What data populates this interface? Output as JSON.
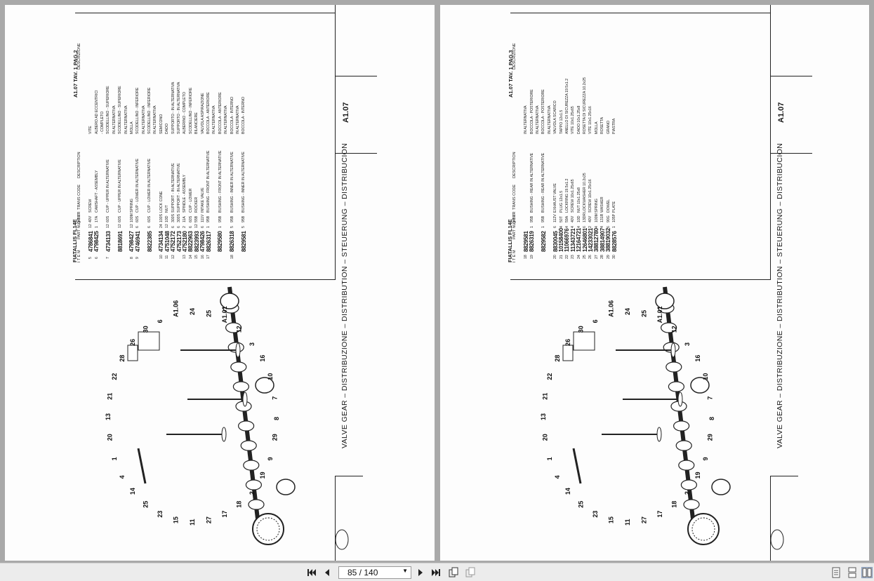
{
  "pages": [
    {
      "model": "FIATALLIS FL14E",
      "tav": "A1.07 TAV. 1 PAG.2",
      "title": "VALVE GEAR – DISTRIBUZIONE – DISTRIBUTION – STEUERUNG – DISTRIBUCION",
      "code": "A1.07",
      "headers": {
        "item": "I T E M",
        "part": "PART NUMBER",
        "qty": "Q T Y",
        "trans": "TRANS CODE",
        "description": "DESCRIPTION",
        "descrizione": "DESCRIZIONE"
      },
      "rows": [
        {
          "item": "5",
          "part": "4786841",
          "qty": "12",
          "trans": "40V",
          "desc": "SCREW",
          "desc_it": "VITE"
        },
        {
          "item": "6",
          "part": "4798425",
          "qty": "1",
          "trans": "17A",
          "desc": "CAMSHAFT - ASSEMBLY",
          "desc_it": "ALBERO AD ECCENTRICI"
        },
        {
          "item": "",
          "part": "",
          "qty": "",
          "trans": "",
          "desc": "",
          "desc_it": "- COMPLETO"
        },
        {
          "item": "7",
          "part": "4734133",
          "qty": "12",
          "trans": "60S",
          "desc": "CUP - UPPER IN ALTERNATIVE",
          "desc_it": "SCODELLINO - SUPERIORE"
        },
        {
          "item": "",
          "part": "",
          "qty": "",
          "trans": "",
          "desc": "",
          "desc_it": "IN ALTERNATIVA"
        },
        {
          "item": "",
          "part": "8818691",
          "qty": "12",
          "trans": "60S",
          "desc": "CUP - UPPER IN ALTERNATIVE",
          "desc_it": "SCODELLINO - SUPERIORE"
        },
        {
          "item": "",
          "part": "",
          "qty": "",
          "trans": "",
          "desc": "",
          "desc_it": "IN ALTERNATIVA"
        },
        {
          "item": "8",
          "part": "4798427",
          "qty": "12",
          "trans": "100M",
          "desc": "SPRING",
          "desc_it": "MOLLA"
        },
        {
          "item": "9",
          "part": "4746941",
          "qty": "6",
          "trans": "60S",
          "desc": "CUP - LOWER IN ALTERNATIVE",
          "desc_it": "SCODELLINO - INFERIORE"
        },
        {
          "item": "",
          "part": "",
          "qty": "",
          "trans": "",
          "desc": "",
          "desc_it": "IN ALTERNATIVA"
        },
        {
          "item": "",
          "part": "8822385",
          "qty": "6",
          "trans": "60S",
          "desc": "CUP - LOWER IN ALTERNATIVE",
          "desc_it": "SCODELLINO - INFERIORE"
        },
        {
          "item": "",
          "part": "",
          "qty": "",
          "trans": "",
          "desc": "",
          "desc_it": "IN ALTERNATIVA"
        },
        {
          "item": "10",
          "part": "4734134",
          "qty": "24",
          "trans": "100S",
          "desc": "LOCK CONE",
          "desc_it": "SEMICONO"
        },
        {
          "item": "11",
          "part": "4751048",
          "qty": "12",
          "trans": "10D",
          "desc": "NUT",
          "desc_it": "DADO"
        },
        {
          "item": "12",
          "part": "4752172",
          "qty": "6",
          "trans": "300S",
          "desc": "SUPPORT - IN ALTERNATIVE",
          "desc_it": "SUPPORTO - IN ALTERNATIVA"
        },
        {
          "item": "",
          "part": "4752173",
          "qty": "6",
          "trans": "300S",
          "desc": "SUPPORT - IN ALTERNATIVE",
          "desc_it": "SUPPORTO - IN ALTERNATIVA"
        },
        {
          "item": "13",
          "part": "4752180",
          "qty": "2",
          "trans": "11A",
          "desc": "SPINDLE - ASSEMBLY",
          "desc_it": "ALBERINO - COMPLETO"
        },
        {
          "item": "14",
          "part": "8822963",
          "qty": "6",
          "trans": "60S",
          "desc": "CUP - LOWER",
          "desc_it": "SCODELLINO - INFERIORE"
        },
        {
          "item": "15",
          "part": "8823993",
          "qty": "12",
          "trans": "55B",
          "desc": "ROCKER",
          "desc_it": "BILANCIERE"
        },
        {
          "item": "16",
          "part": "4798426",
          "qty": "6",
          "trans": "111V",
          "desc": "INTAKE VALVE",
          "desc_it": "VALVOLA ASPIRAZIONE"
        },
        {
          "item": "17",
          "part": "8826317",
          "qty": "1",
          "trans": "95B",
          "desc": "BUSHING - FRONT IN ALTERNATIVE",
          "desc_it": "BOCCOLA - ANTERIORE"
        },
        {
          "item": "",
          "part": "",
          "qty": "",
          "trans": "",
          "desc": "",
          "desc_it": "IN ALTERNATIVA"
        },
        {
          "item": "",
          "part": "8829580",
          "qty": "1",
          "trans": "95B",
          "desc": "BUSHING - FRONT IN ALTERNATIVE",
          "desc_it": "BOCCOLA - ANTERIORE"
        },
        {
          "item": "",
          "part": "",
          "qty": "",
          "trans": "",
          "desc": "",
          "desc_it": "IN ALTERNATIVA"
        },
        {
          "item": "18",
          "part": "8826318",
          "qty": "5",
          "trans": "95B",
          "desc": "BUSHING - INNER IN ALTERNATIVE",
          "desc_it": "BOCCOLA - INTERNO"
        },
        {
          "item": "",
          "part": "",
          "qty": "",
          "trans": "",
          "desc": "",
          "desc_it": "IN ALTERNATIVA"
        },
        {
          "item": "",
          "part": "8829581",
          "qty": "5",
          "trans": "95B",
          "desc": "BUSHING - INNER IN ALTERNATIVE",
          "desc_it": "BOCCOLA - INTERNO"
        }
      ]
    },
    {
      "model": "FIATALLIS FL14E",
      "tav": "A1.07 TAV. 1 PAG.3",
      "title": "VALVE GEAR – DISTRIBUZIONE – DISTRIBUTION – STEUERUNG – DISTRIBUCION",
      "code": "A1.07",
      "headers": {
        "item": "I T E M",
        "part": "PART NUMBER",
        "qty": "Q T Y",
        "trans": "TRANS CODE",
        "description": "DESCRIPTION",
        "descrizione": "DESCRIZIONE"
      },
      "rows": [
        {
          "item": "18",
          "part": "8829581",
          "qty": "",
          "trans": "",
          "desc": "",
          "desc_it": "IN ALTERNATIVA"
        },
        {
          "item": "19",
          "part": "8826319",
          "qty": "1",
          "trans": "95B",
          "desc": "BUSHING - REAR IN ALTERNATIVE",
          "desc_it": "BOCCOLA - POSTERIORE"
        },
        {
          "item": "",
          "part": "",
          "qty": "",
          "trans": "",
          "desc": "",
          "desc_it": "IN ALTERNATIVA"
        },
        {
          "item": "",
          "part": "8829582",
          "qty": "1",
          "trans": "95B",
          "desc": "BUSHING - REAR IN ALTERNATIVE",
          "desc_it": "BOCCOLA - POSTERIORE"
        },
        {
          "item": "",
          "part": "",
          "qty": "",
          "trans": "",
          "desc": "",
          "desc_it": "IN ALTERNATIVA"
        },
        {
          "item": "20",
          "part": "8830045",
          "qty": "6",
          "trans": "112V",
          "desc": "EXHAUST VALVE",
          "desc_it": "VALVOLA SCARICO"
        },
        {
          "item": "21",
          "part": "10158400",
          "qty": "4",
          "trans": "50T",
          "desc": "PLUG 12x1.5",
          "desc_it": "TAPPO 12x1.5"
        },
        {
          "item": "22",
          "part": "11066976",
          "qty": "4",
          "trans": "59A",
          "desc": "LOCKRING 19.5x1.2",
          "desc_it": "ANELLO DI SICUREZZA 19.5x1.2"
        },
        {
          "item": "23",
          "part": "11343721",
          "qty": "4",
          "trans": "40V",
          "desc": "SCREW 10x1.25x65",
          "desc_it": "VITE 10x1.25x65"
        },
        {
          "item": "24",
          "part": "12164721",
          "qty": "4",
          "trans": "10D",
          "desc": "NUT 10x1.25x8",
          "desc_it": "DADO 10x1.25x8"
        },
        {
          "item": "25",
          "part": "12646801",
          "qty": "6",
          "trans": "13DR",
          "desc": "LOCKWASHER 10.2x25",
          "desc_it": "ROSETTA DI SICUREZZA 10.2x25"
        },
        {
          "item": "26",
          "part": "14233021",
          "qty": "2",
          "trans": "40V",
          "desc": "SCREW 10x1.25x16",
          "desc_it": "VITE 10x1.25x16"
        },
        {
          "item": "27",
          "part": "38812780",
          "qty": "4",
          "trans": "100M",
          "desc": "SPRING",
          "desc_it": "MOLLA"
        },
        {
          "item": "28",
          "part": "38814907",
          "qty": "4",
          "trans": "131R",
          "desc": "WASHER",
          "desc_it": "ROSETTA"
        },
        {
          "item": "29",
          "part": "38819032",
          "qty": "6",
          "trans": "90G",
          "desc": "DOWEL",
          "desc_it": "GRANO"
        },
        {
          "item": "30",
          "part": "8828576",
          "qty": "1",
          "trans": "105P",
          "desc": "PLATE",
          "desc_it": "PIASTRA"
        }
      ]
    }
  ],
  "callouts_right": [
    "24",
    "25",
    "A1.01",
    "12",
    "3",
    "16",
    "10",
    "7",
    "8",
    "29",
    "9",
    "19",
    "2",
    "18",
    "17",
    "27",
    "11",
    "15",
    "23",
    "25",
    "14",
    "4",
    "1",
    "20",
    "13",
    "21",
    "22",
    "28",
    "26",
    "30",
    "6",
    "A1.06"
  ],
  "callouts_left": [
    "24",
    "25",
    "A1.01",
    "12",
    "3",
    "16",
    "10",
    "7",
    "8",
    "29",
    "9",
    "19",
    "2",
    "18",
    "17",
    "27",
    "11",
    "15",
    "23",
    "25",
    "14",
    "4",
    "1",
    "20",
    "13",
    "21",
    "22",
    "28",
    "26",
    "30",
    "6",
    "A1.06"
  ],
  "toolbar": {
    "page_indicator": "85 / 140",
    "first_icon": "first-page-icon",
    "prev_icon": "previous-page-icon",
    "next_icon": "next-page-icon",
    "last_icon": "last-page-icon"
  }
}
